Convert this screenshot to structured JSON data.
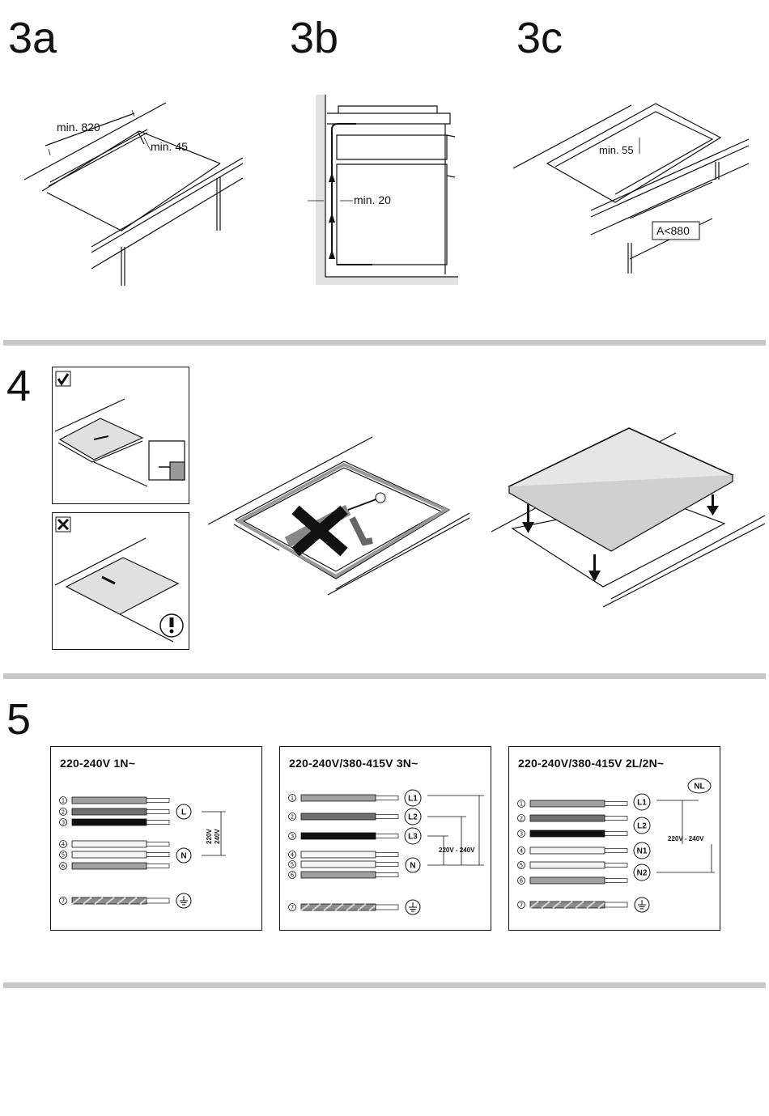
{
  "step3": {
    "a": {
      "label": "3a",
      "dim_width": "min. 820",
      "dim_depth": "min. 45"
    },
    "b": {
      "label": "3b",
      "dim_gap": "min. 20"
    },
    "c": {
      "label": "3c",
      "dim_depth": "min. 55",
      "dim_a": "A<880"
    }
  },
  "step4": {
    "label": "4"
  },
  "step5": {
    "label": "5",
    "panels": [
      {
        "title": "220-240V 1N~",
        "terminals": [
          "L",
          "N"
        ],
        "voltage_label_1": "220V",
        "voltage_label_2": "240V"
      },
      {
        "title": "220-240V/380-415V 3N~",
        "terminals": [
          "L1",
          "L2",
          "L3",
          "N"
        ],
        "voltage_label": "220V - 240V"
      },
      {
        "title": "220-240V/380-415V 2L/2N~",
        "region_badge": "NL",
        "terminals": [
          "L1",
          "L2",
          "N1",
          "N2"
        ],
        "voltage_label": "220V - 240V"
      }
    ],
    "wire_numbers": [
      "1",
      "2",
      "3",
      "4",
      "5",
      "6",
      "7"
    ]
  },
  "colors": {
    "divider": "#c8c8c8",
    "wire_grey": "#a0a0a0",
    "wire_dark": "#707070",
    "wire_black": "#111111",
    "wire_white": "#f4f4f4"
  },
  "icons": [
    "check-icon",
    "cross-icon",
    "warning-icon",
    "ground-icon",
    "arrow-down-icon"
  ]
}
